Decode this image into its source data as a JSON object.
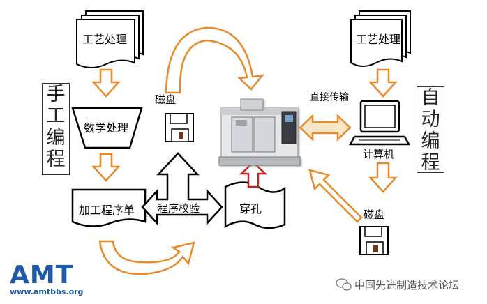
{
  "diagram": {
    "left": {
      "doc_label": "工艺处理",
      "manual_label": [
        "手",
        "工",
        "编",
        "程"
      ],
      "process_label": "数学处理",
      "sheet_label": "加工程序单",
      "check_label": "程序校验",
      "disk_label": "磁盘",
      "tape_label": "穿孔"
    },
    "right": {
      "doc_label": "工艺处理",
      "auto_label": [
        "自",
        "动",
        "编",
        "程"
      ],
      "computer_label": "计算机",
      "transfer_label": "直接传输",
      "disk_label": "磁盘"
    }
  },
  "branding": {
    "logo_text": "AMT",
    "logo_url": "www.amtbbs.org",
    "watermark": "中国先进制造技术论坛"
  },
  "colors": {
    "arrow_stroke": "#e88a2a",
    "arrow_fill": "#ffffff",
    "double_arrow_fill": "#f8e6c8",
    "red_arrow": "#cc2222",
    "brand_blue": "#1f5aa6"
  }
}
